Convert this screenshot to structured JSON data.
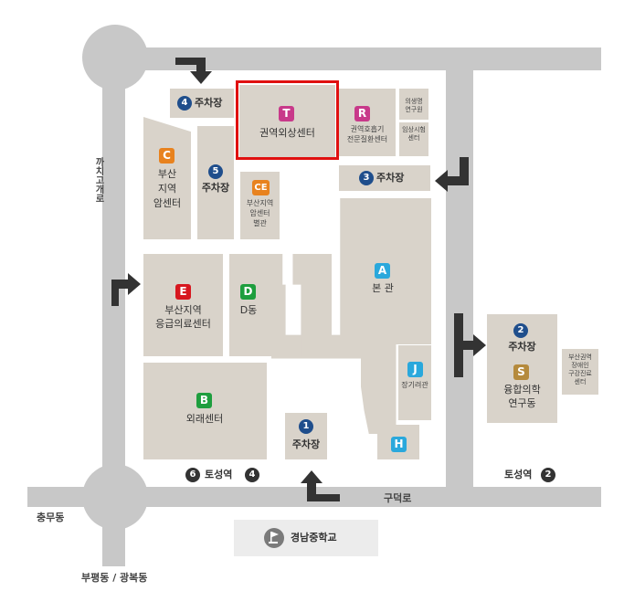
{
  "roads": {
    "left_vertical": "까치고개로",
    "bottom_horizontal": "구덕로",
    "sw_label_1": "충무동",
    "sw_label_2": "부평동 / 광복동"
  },
  "stations": {
    "left_prefix": "6",
    "left_name": "토성역",
    "left_suffix": "4",
    "right_name": "토성역",
    "right_suffix": "2"
  },
  "parking": {
    "p1": {
      "num": "1",
      "label": "주차장"
    },
    "p2": {
      "num": "2",
      "label": "주차장"
    },
    "p3": {
      "num": "3",
      "label": "주차장"
    },
    "p4": {
      "num": "4",
      "label": "주차장"
    },
    "p5": {
      "num": "5",
      "label": "주차장"
    }
  },
  "buildings": {
    "T": {
      "code": "T",
      "name": "권역외상센터",
      "color": "#c8398a"
    },
    "R": {
      "code": "R",
      "name_line1": "권역호흡기",
      "name_line2": "전문질환센터",
      "color": "#c8398a"
    },
    "research": {
      "line1": "의생명",
      "line2": "연구원"
    },
    "clinical": {
      "line1": "임상시험",
      "line2": "센터"
    },
    "C": {
      "code": "C",
      "line1": "부산",
      "line2": "지역",
      "line3": "암센터",
      "color": "#e8821e"
    },
    "CE": {
      "code": "CE",
      "line1": "부산지역",
      "line2": "암센터",
      "line3": "별관",
      "color": "#e8821e"
    },
    "A": {
      "code": "A",
      "name": "본 관",
      "color": "#2aa8dc"
    },
    "E": {
      "code": "E",
      "line1": "부산지역",
      "line2": "응급의료센터",
      "color": "#d7171f"
    },
    "D": {
      "code": "D",
      "name": "D동",
      "color": "#1e9e3e"
    },
    "B": {
      "code": "B",
      "name": "외래센터",
      "color": "#1e9e3e"
    },
    "J": {
      "code": "J",
      "name": "장기려관",
      "color": "#2aa8dc"
    },
    "H": {
      "code": "H",
      "color": "#2aa8dc"
    },
    "S": {
      "code": "S",
      "line1": "융합의학",
      "line2": "연구동",
      "color": "#b58a3c"
    },
    "rehab": {
      "line1": "부산권역",
      "line2": "장애인",
      "line3": "구강진료",
      "line4": "센터"
    }
  },
  "school": {
    "name": "경남중학교"
  },
  "colors": {
    "road": "#c8c8c8",
    "building": "#d9d3ca",
    "parking_badge": "#1f4e8c",
    "arrow": "#333333",
    "highlight": "#e01010"
  },
  "highlighted_building": "T"
}
